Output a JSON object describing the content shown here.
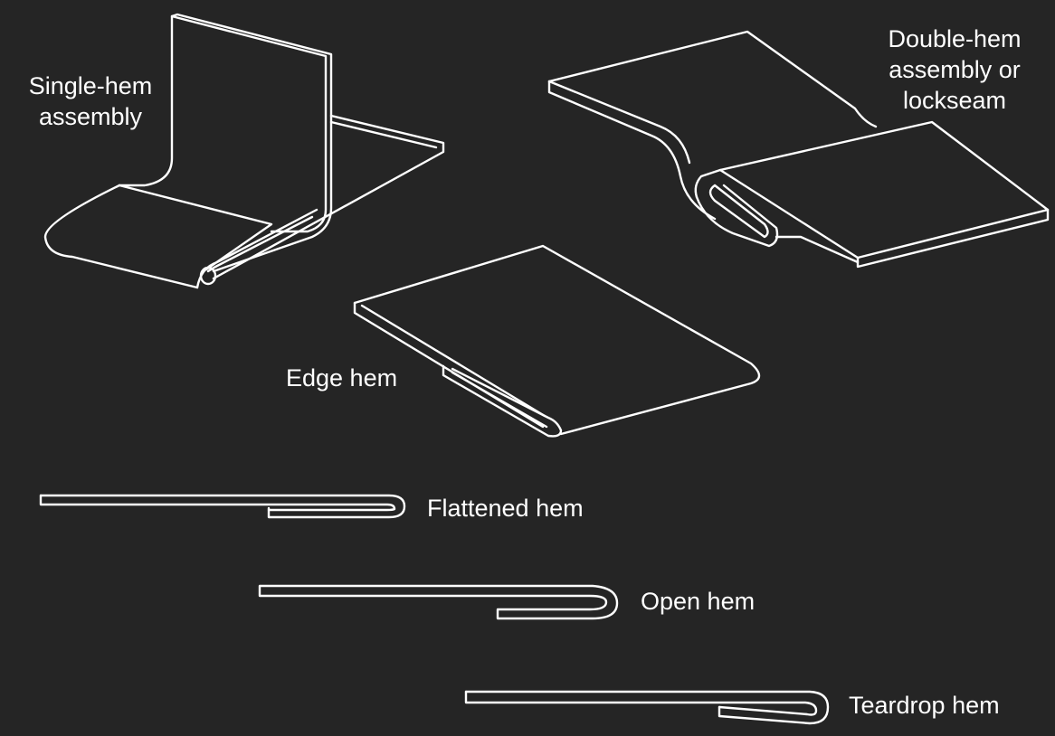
{
  "labels": {
    "single_hem_line1": "Single-hem",
    "single_hem_line2": "assembly",
    "double_hem_line1": "Double-hem",
    "double_hem_line2": "assembly or",
    "double_hem_line3": "lockseam",
    "edge_hem": "Edge hem",
    "flattened_hem": "Flattened hem",
    "open_hem": "Open hem",
    "teardrop_hem": "Teardrop hem"
  },
  "colors": {
    "background": "#252525",
    "stroke": "#ffffff",
    "text": "#ffffff"
  }
}
